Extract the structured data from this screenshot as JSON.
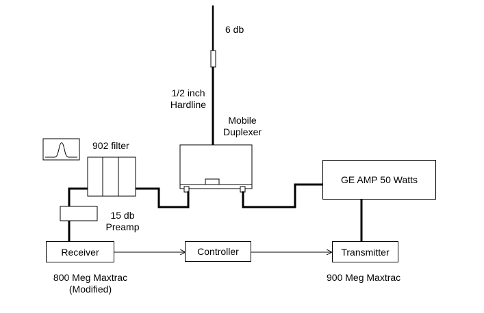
{
  "antenna": {
    "gain_label": "6 db"
  },
  "feedline": {
    "line1": "1/2 inch",
    "line2": "Hardline"
  },
  "duplexer": {
    "line1": "Mobile",
    "line2": "Duplexer"
  },
  "filter": {
    "label": "902 filter"
  },
  "preamp": {
    "line1": "15 db",
    "line2": "Preamp"
  },
  "amplifier": {
    "label": "GE AMP 50 Watts"
  },
  "receiver": {
    "label": "Receiver",
    "caption1": "800 Meg Maxtrac",
    "caption2": "(Modified)"
  },
  "controller": {
    "label": "Controller"
  },
  "transmitter": {
    "label": "Transmitter",
    "caption": "900 Meg Maxtrac"
  }
}
